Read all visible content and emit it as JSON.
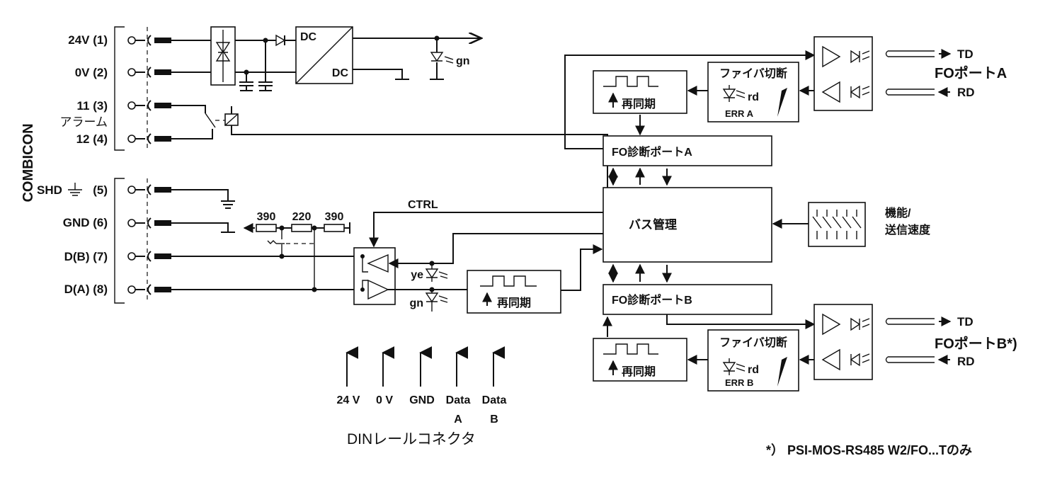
{
  "labels": {
    "vertical": "COMBICON",
    "t1": "24V (1)",
    "t2": "0V (2)",
    "t3": "11 (3)",
    "alarm": "アラーム",
    "t4": "12 (4)",
    "t5": "SHD",
    "t5n": "(5)",
    "t6": "GND (6)",
    "t7": "D(B) (7)",
    "t8": "D(A) (8)",
    "dc_in": "DC",
    "dc_out": "DC",
    "gn_top": "gn",
    "r1": "390",
    "r2": "220",
    "r3": "390",
    "ctrl": "CTRL",
    "ye": "ye",
    "gn": "gn",
    "resync_mid": "再同期",
    "resync_a": "再同期",
    "resync_b": "再同期",
    "fiber_a": "ファイバ切断",
    "fiber_b": "ファイバ切断",
    "rd_a": "rd",
    "rd_b": "rd",
    "err_a": "ERR A",
    "err_b": "ERR B",
    "diag_a": "FO診断ポートA",
    "diag_b": "FO診断ポートB",
    "bus": "バス管理",
    "func1": "機能/",
    "func2": "送信速度",
    "td_a": "TD",
    "rd_port_a": "RD",
    "port_a": "FOポートA",
    "td_b": "TD",
    "rd_port_b": "RD",
    "port_b": "FOポートB*)",
    "din_pins": [
      "24 V",
      "0 V",
      "GND",
      "Data",
      "Data"
    ],
    "din_sub": [
      "A",
      "B"
    ],
    "din_title": "DINレールコネクタ",
    "footnote": "*） PSI-MOS-RS485 W2/FO...Tのみ"
  }
}
